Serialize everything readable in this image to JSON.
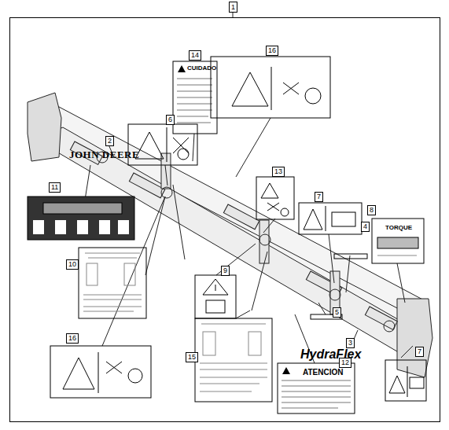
{
  "diagram": {
    "nodes": [
      {
        "text": [
          "1"
        ]
      },
      {
        "text": [
          "CUIDADO"
        ],
        "in": 0
      },
      {
        "text": [
          "ATENCION"
        ],
        "in": 0
      },
      {
        "text": [
          "TORQUE"
        ],
        "in": 0
      }
    ],
    "labels": [
      "2",
      "JOHN DEERE",
      "14",
      "16",
      "6",
      "13",
      "11",
      "10",
      "16",
      "9",
      "15",
      "12",
      "7",
      "8",
      "4",
      "5",
      "3",
      "HydraFlex",
      "7"
    ]
  }
}
